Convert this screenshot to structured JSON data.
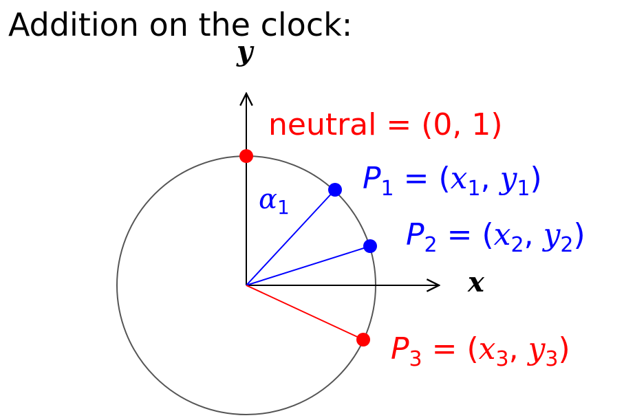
{
  "title": "Addition on the clock:",
  "axes": {
    "x_label": "x",
    "y_label": "y"
  },
  "angle_label": {
    "symbol": "α",
    "sub": "1"
  },
  "neutral": {
    "text": "neutral = (0, 1)"
  },
  "p1": {
    "base": "P",
    "sub": "1",
    "eq": " = (",
    "xv": "x",
    "xsub": "1",
    "comma": ", ",
    "yv": "y",
    "ysub": "1",
    "close": ")"
  },
  "p2": {
    "base": "P",
    "sub": "2",
    "eq": " = (",
    "xv": "x",
    "xsub": "2",
    "comma": ", ",
    "yv": "y",
    "ysub": "2",
    "close": ")"
  },
  "p3": {
    "base": "P",
    "sub": "3",
    "eq": " = (",
    "xv": "x",
    "xsub": "3",
    "comma": ", ",
    "yv": "y",
    "ysub": "3",
    "close": ")"
  },
  "colors": {
    "neutral": "#ff0000",
    "p1": "#0000ff",
    "p2": "#0000ff",
    "p3": "#ff0000",
    "circle": "#555555",
    "axis": "#000000"
  }
}
